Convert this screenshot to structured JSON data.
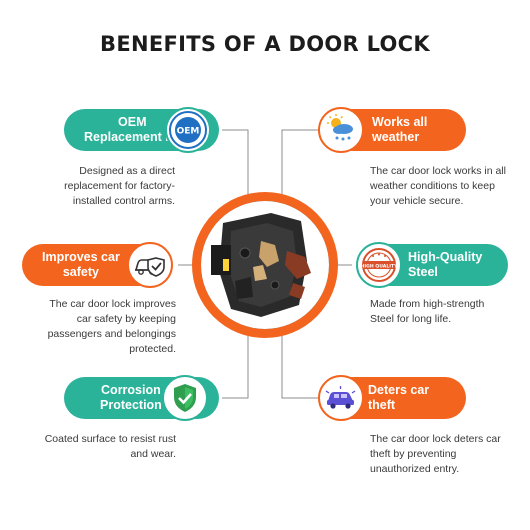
{
  "title": "BENEFITS OF A DOOR LOCK",
  "colors": {
    "teal": "#2bb39a",
    "orange": "#f3651f",
    "dark": "#1c1c1c"
  },
  "features": [
    {
      "label": "OEM\nReplacement Fit",
      "icon": "oem-badge-icon",
      "color": "teal",
      "description": "Designed as a direct\nreplacement for factory-\ninstalled control arms."
    },
    {
      "label": "Works all\nweather",
      "icon": "weather-icon",
      "color": "orange",
      "description": "The car door lock works in all\nweather conditions to keep\nyour vehicle secure."
    },
    {
      "label": "Improves car\nsafety",
      "icon": "car-shield-icon",
      "color": "orange",
      "description": "The car door lock improves\ncar safety by keeping\npassengers and belongings\nprotected."
    },
    {
      "label": "High-Quality\nSteel",
      "icon": "high-quality-stamp-icon",
      "color": "teal",
      "description": "Made from high-strength\nSteel for long life."
    },
    {
      "label": "Corrosion\nProtection",
      "icon": "shield-check-icon",
      "color": "teal",
      "description": "Coated surface to resist rust\nand wear."
    },
    {
      "label": "Deters car\ntheft",
      "icon": "car-theft-icon",
      "color": "orange",
      "description": "The car door lock deters car\ntheft by preventing\nunauthorized entry."
    }
  ],
  "oem_badge_text": "OEM",
  "quality_stamp_text": "HIGH QUALITY"
}
